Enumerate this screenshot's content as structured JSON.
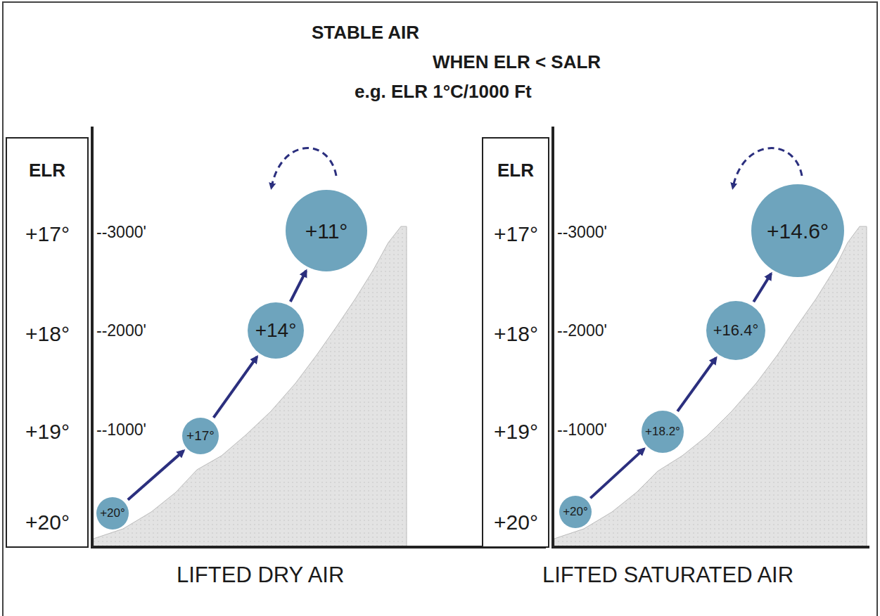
{
  "diagram": {
    "title": "STABLE AIR",
    "nodes": [
      {
        "text": [
          "ELR",
          "+17°",
          "+18°",
          "+19°",
          "+20°"
        ]
      },
      {
        "text": [
          "+20°"
        ]
      },
      {
        "text": [
          "+17°"
        ]
      },
      {
        "text": [
          "+14°"
        ]
      },
      {
        "text": [
          "+11°"
        ]
      },
      {
        "text": [
          "ELR",
          "+17°",
          "+18°",
          "+19°",
          "+20°"
        ]
      },
      {
        "text": [
          "+20°"
        ]
      },
      {
        "text": [
          "+18.2°"
        ]
      },
      {
        "text": [
          "+16.4°"
        ]
      },
      {
        "text": [
          "+14.6°"
        ]
      }
    ],
    "edges": [
      {
        "from": 1,
        "to": 2,
        "arrow": "to"
      },
      {
        "from": 2,
        "to": 3,
        "arrow": "to"
      },
      {
        "from": 3,
        "to": 4,
        "arrow": "to"
      },
      {
        "from": 6,
        "to": 7,
        "arrow": "to"
      },
      {
        "from": 7,
        "to": 8,
        "arrow": "to"
      },
      {
        "from": 8,
        "to": 9,
        "arrow": "to"
      }
    ],
    "labels": [
      "WHEN ELR < SALR",
      "e.g. ELR 1°C/1000 Ft",
      "--3000'",
      "--2000'",
      "--1000'",
      "--3000'",
      "--2000'",
      "--1000'",
      "LIFTED DRY AIR",
      "LIFTED SATURATED AIR"
    ]
  }
}
